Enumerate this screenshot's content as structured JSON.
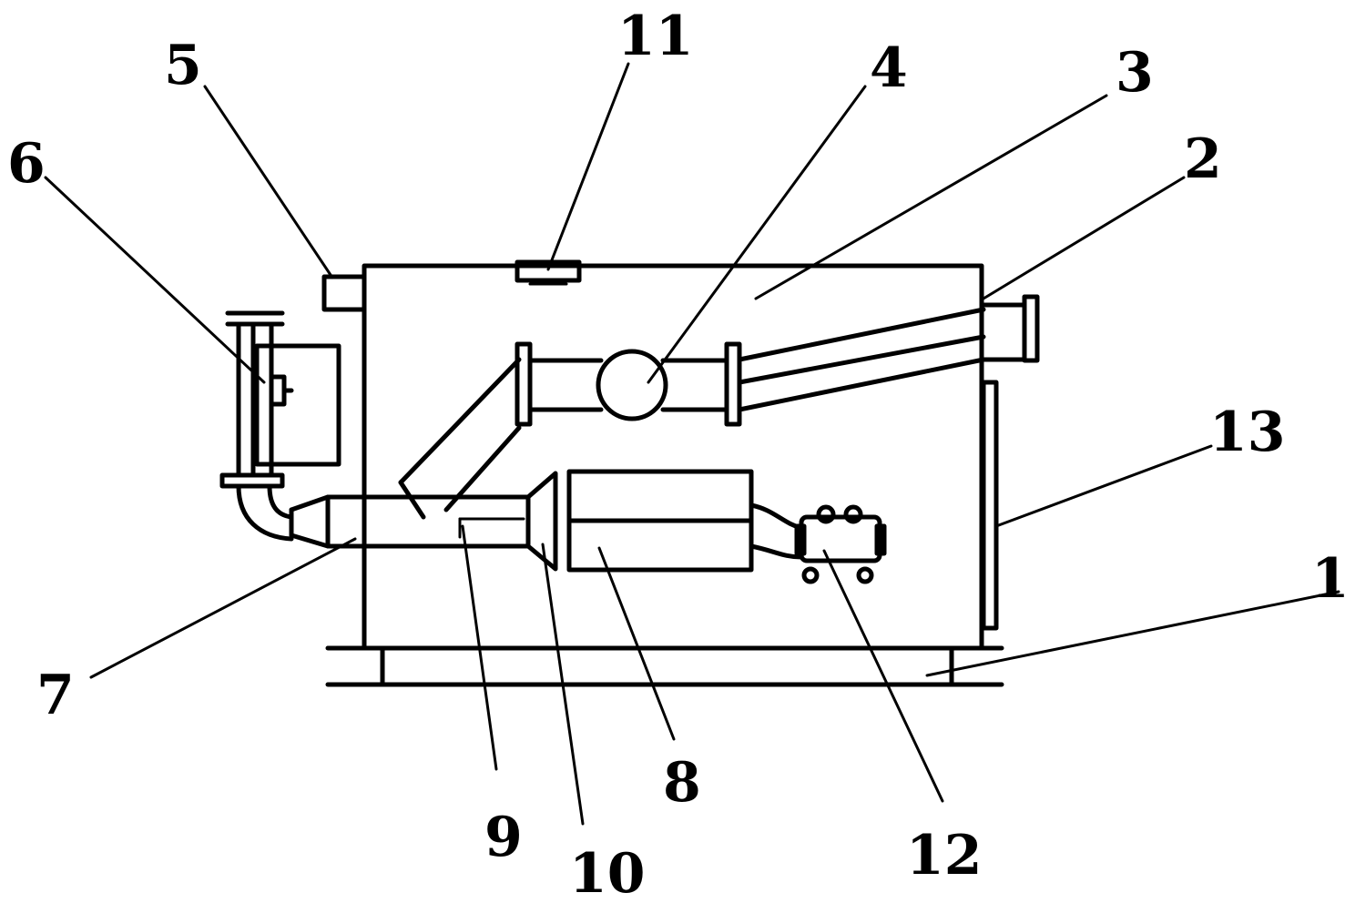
{
  "labels": {
    "base": "1",
    "outlet_pipe": "2",
    "tank": "3",
    "valve": "4",
    "vent": "5",
    "flow_meter": "6",
    "inlet_pipe": "7",
    "filter": "8",
    "inner_pipe": "9",
    "reducer": "10",
    "top_port": "11",
    "pump": "12",
    "side_door": "13"
  }
}
